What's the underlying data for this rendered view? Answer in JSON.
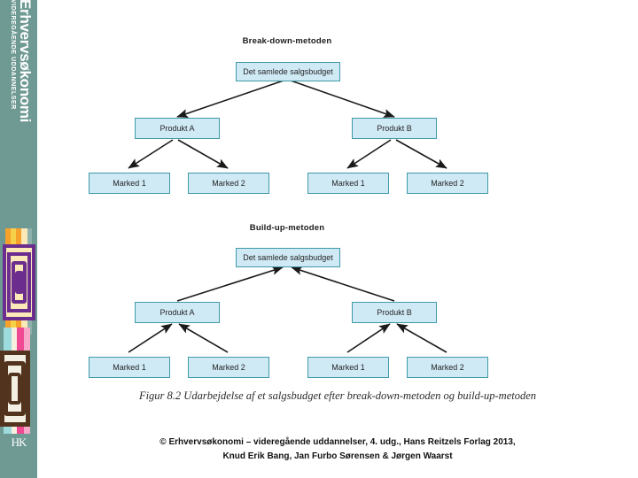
{
  "sidebar": {
    "brand_main": "Erhvervsøkonomi",
    "brand_sub": "VIDEREGÅENDE UDDANNELSER",
    "logo": "HK",
    "bg_color": "#6f9a94",
    "art_colors": {
      "orange": "#f5a12a",
      "yellow": "#f7d04a",
      "cream": "#fbe9b8",
      "purple": "#6b2d8e",
      "pink": "#ef4a93",
      "pink_light": "#f7a8c8",
      "cyan": "#9ddbdc",
      "brown": "#52331d",
      "offwhite": "#f3efe2"
    }
  },
  "diagram": {
    "node_fill": "#cfe9f5",
    "node_border": "#3f9aa8",
    "arrow_color": "#1a1a1a",
    "sections": [
      {
        "title": "Break-down-metoden",
        "direction": "down",
        "root": "Det samlede salgsbudget",
        "products": [
          "Produkt A",
          "Produkt B"
        ],
        "markets": [
          "Marked 1",
          "Marked 2",
          "Marked 1",
          "Marked 2"
        ]
      },
      {
        "title": "Build-up-metoden",
        "direction": "up",
        "root": "Det samlede salgsbudget",
        "products": [
          "Produkt A",
          "Produkt B"
        ],
        "markets": [
          "Marked 1",
          "Marked 2",
          "Marked 1",
          "Marked 2"
        ]
      }
    ],
    "caption": "Figur 8.2 Udarbejdelse af et salgsbudget efter break-down-metoden og build-up-metoden"
  },
  "footer": {
    "line1": "© Erhvervsøkonomi – videregående uddannelser, 4. udg., Hans Reitzels Forlag 2013,",
    "line2": "Knud Erik Bang, Jan Furbo Sørensen & Jørgen Waarst"
  }
}
